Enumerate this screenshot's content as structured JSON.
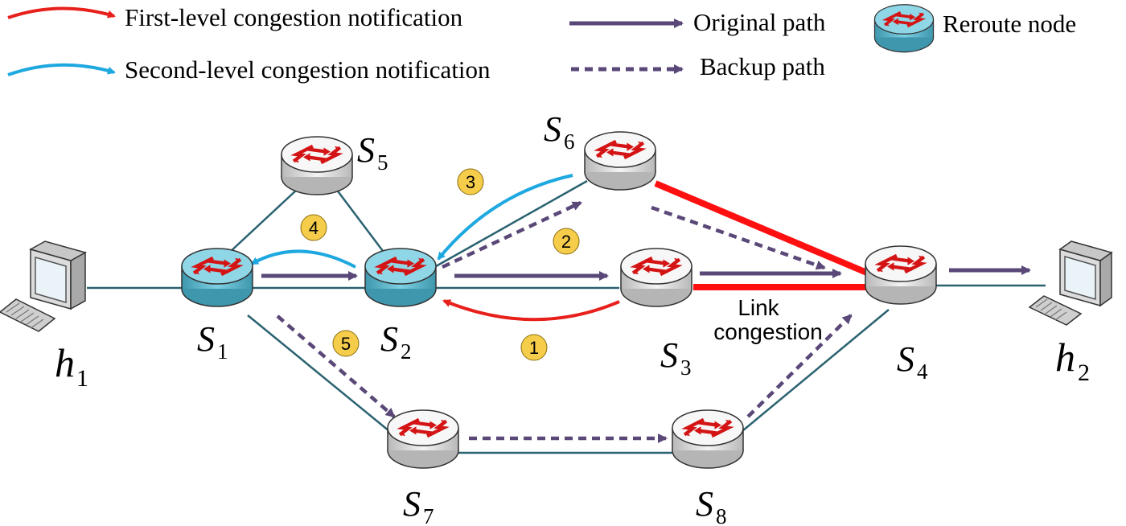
{
  "legend": {
    "first_level": "First-level congestion notification",
    "second_level": "Second-level congestion notification",
    "original_path": "Original path",
    "backup_path": "Backup path",
    "reroute_node": "Reroute node"
  },
  "colors": {
    "first_level": "#e8201c",
    "second_level": "#1ea8e0",
    "path": "#5a4878",
    "link": "#2a6270",
    "congested_link": "#ff1010",
    "reroute_node": "#5ab6cc",
    "normal_node": "#e2e2e2",
    "step_badge": "#f5cd4a"
  },
  "nodes": {
    "s1": {
      "base": "S",
      "sub": "1",
      "reroute": true
    },
    "s2": {
      "base": "S",
      "sub": "2",
      "reroute": true
    },
    "s3": {
      "base": "S",
      "sub": "3",
      "reroute": false
    },
    "s4": {
      "base": "S",
      "sub": "4",
      "reroute": false
    },
    "s5": {
      "base": "S",
      "sub": "5",
      "reroute": false
    },
    "s6": {
      "base": "S",
      "sub": "6",
      "reroute": false
    },
    "s7": {
      "base": "S",
      "sub": "7",
      "reroute": false
    },
    "s8": {
      "base": "S",
      "sub": "8",
      "reroute": false
    }
  },
  "hosts": {
    "h1": {
      "base": "h",
      "sub": "1"
    },
    "h2": {
      "base": "h",
      "sub": "2"
    }
  },
  "steps": [
    "1",
    "2",
    "3",
    "4",
    "5"
  ],
  "congestion_note": {
    "line1": "Link",
    "line2": "congestion"
  }
}
